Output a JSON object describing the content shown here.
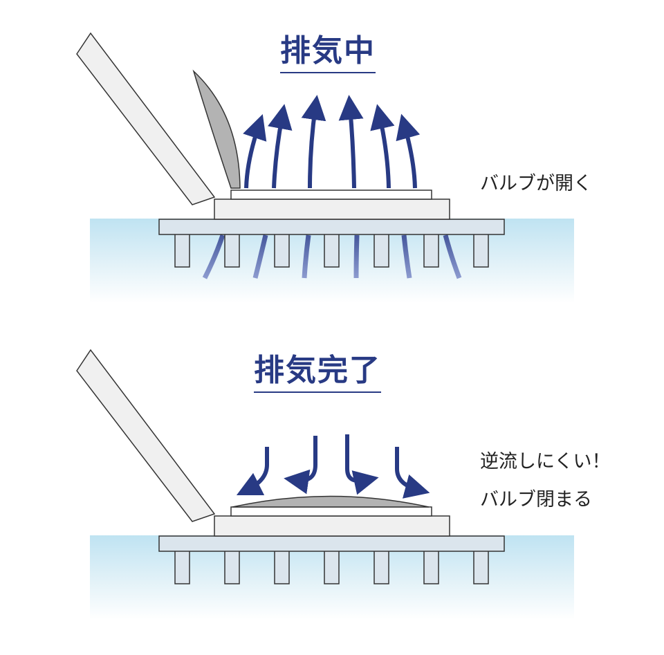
{
  "panel_top": {
    "title": "排気中",
    "note": "バルブが開く"
  },
  "panel_bottom": {
    "title": "排気完了",
    "note_line1": "逆流しにくい！",
    "note_line2": "バルブ閉まる"
  },
  "colors": {
    "arrow": "#283a84",
    "water_top": "#bfe3f2",
    "plate_fill": "#dbe5ed",
    "valve_gray": "#b3b3b3"
  }
}
